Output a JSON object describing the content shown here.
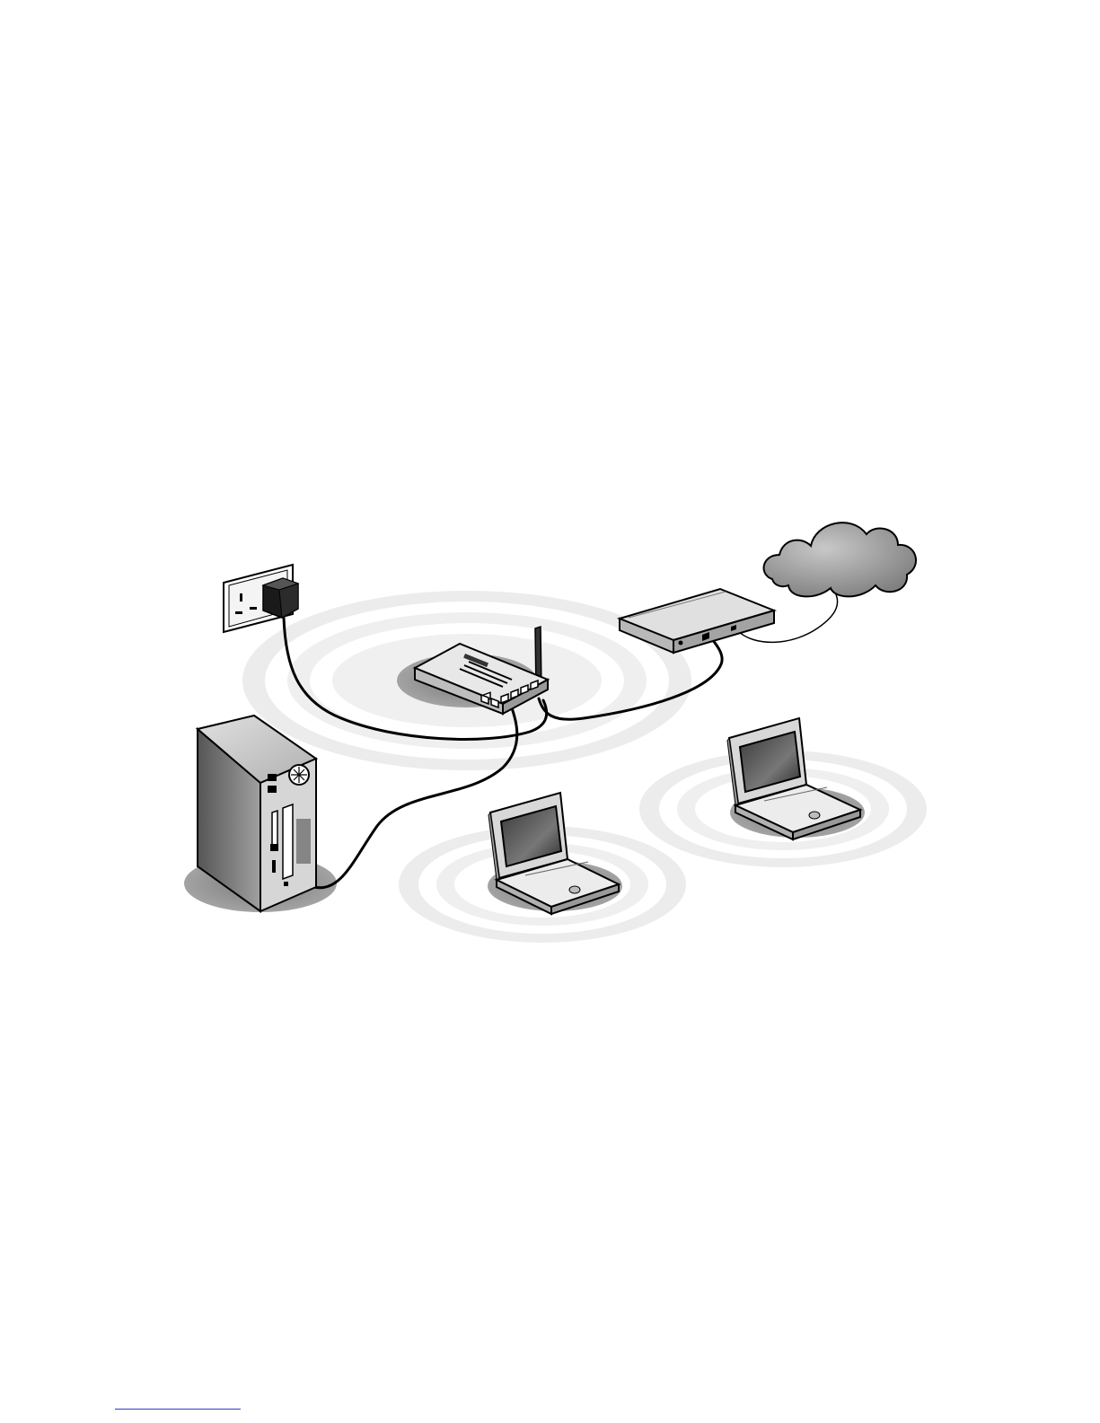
{
  "diagram": {
    "type": "wireless-network-setup",
    "nodes": [
      {
        "id": "wall-socket",
        "icon": "wall-socket-icon"
      },
      {
        "id": "power-adapter",
        "icon": "power-adapter-icon"
      },
      {
        "id": "wireless-router",
        "icon": "wireless-router-icon"
      },
      {
        "id": "broadband-modem",
        "icon": "modem-icon"
      },
      {
        "id": "internet-cloud",
        "icon": "cloud-icon"
      },
      {
        "id": "desktop-pc",
        "icon": "desktop-tower-icon"
      },
      {
        "id": "laptop-1",
        "icon": "laptop-icon"
      },
      {
        "id": "laptop-2",
        "icon": "laptop-icon"
      }
    ],
    "connections": [
      {
        "from": "power-adapter",
        "to": "wireless-router",
        "kind": "power-cable"
      },
      {
        "from": "wireless-router",
        "to": "broadband-modem",
        "kind": "ethernet-cable"
      },
      {
        "from": "broadband-modem",
        "to": "internet-cloud",
        "kind": "line"
      },
      {
        "from": "wireless-router",
        "to": "desktop-pc",
        "kind": "ethernet-cable"
      },
      {
        "from": "wireless-router",
        "to": "laptop-1",
        "kind": "wireless"
      },
      {
        "from": "wireless-router",
        "to": "laptop-2",
        "kind": "wireless"
      }
    ],
    "colors": {
      "line": "#000000",
      "device_fill": "#d9d9d9",
      "shadow": "#8c8c8c",
      "cloud": "#9a9a9a",
      "footer_rule": "#2a3ec8"
    }
  }
}
